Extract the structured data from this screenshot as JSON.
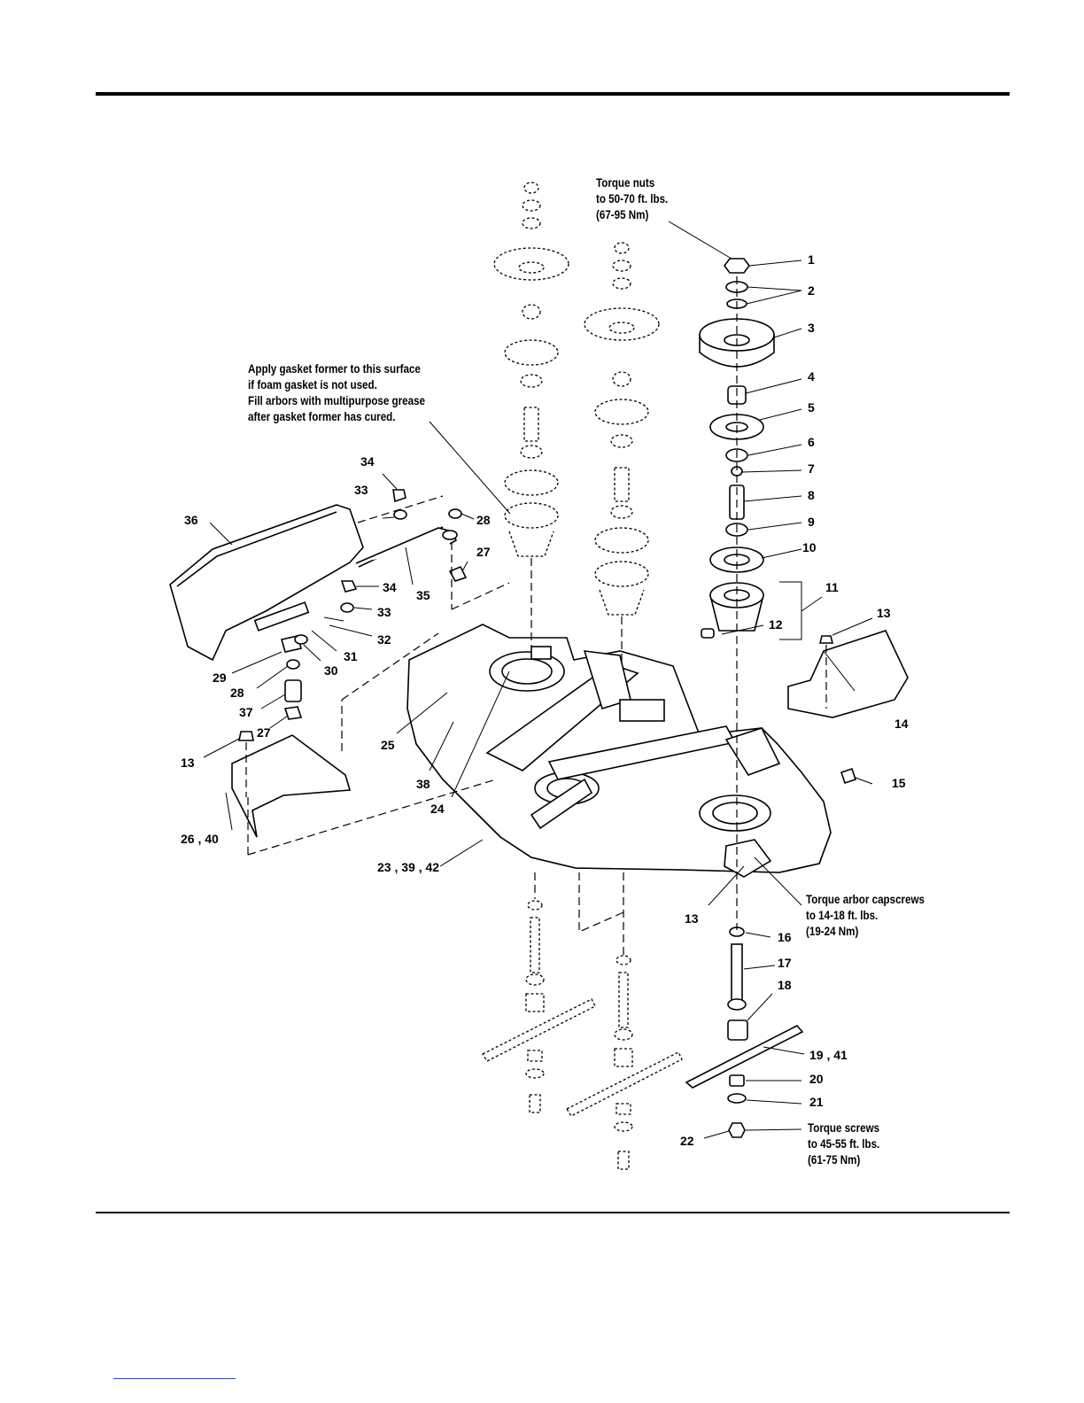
{
  "notes": {
    "torque_nuts": "Torque nuts\nto 50-70 ft. lbs.\n(67-95 Nm)",
    "gasket": "Apply gasket former to this surface\nif foam gasket is not used.\nFill arbors with multipurpose grease\nafter gasket former has cured.",
    "arbor_capscrews": "Torque arbor capscrews\nto 14-18 ft. lbs.\n(19-24 Nm)",
    "torque_screws": "Torque screws\nto 45-55 ft. lbs.\n(61-75 Nm)"
  },
  "callouts": [
    {
      "id": "c1",
      "text": "1"
    },
    {
      "id": "c2",
      "text": "2"
    },
    {
      "id": "c3",
      "text": "3"
    },
    {
      "id": "c4",
      "text": "4"
    },
    {
      "id": "c5",
      "text": "5"
    },
    {
      "id": "c6",
      "text": "6"
    },
    {
      "id": "c7",
      "text": "7"
    },
    {
      "id": "c8",
      "text": "8"
    },
    {
      "id": "c9",
      "text": "9"
    },
    {
      "id": "c10",
      "text": "10"
    },
    {
      "id": "c11",
      "text": "11"
    },
    {
      "id": "c12",
      "text": "12"
    },
    {
      "id": "c13a",
      "text": "13"
    },
    {
      "id": "c14",
      "text": "14"
    },
    {
      "id": "c15",
      "text": "15"
    },
    {
      "id": "c13b",
      "text": "13"
    },
    {
      "id": "c16",
      "text": "16"
    },
    {
      "id": "c17",
      "text": "17"
    },
    {
      "id": "c18",
      "text": "18"
    },
    {
      "id": "c19",
      "text": "19 , 41"
    },
    {
      "id": "c20",
      "text": "20"
    },
    {
      "id": "c21",
      "text": "21"
    },
    {
      "id": "c22",
      "text": "22"
    },
    {
      "id": "c23",
      "text": "23 , 39 , 42"
    },
    {
      "id": "c24",
      "text": "24"
    },
    {
      "id": "c25",
      "text": "25"
    },
    {
      "id": "c38",
      "text": "38"
    },
    {
      "id": "c26",
      "text": "26 , 40"
    },
    {
      "id": "c13c",
      "text": "13"
    },
    {
      "id": "c27a",
      "text": "27"
    },
    {
      "id": "c37",
      "text": "37"
    },
    {
      "id": "c28a",
      "text": "28"
    },
    {
      "id": "c29",
      "text": "29"
    },
    {
      "id": "c30",
      "text": "30"
    },
    {
      "id": "c31",
      "text": "31"
    },
    {
      "id": "c32",
      "text": "32"
    },
    {
      "id": "c33a",
      "text": "33"
    },
    {
      "id": "c34a",
      "text": "34"
    },
    {
      "id": "c35",
      "text": "35"
    },
    {
      "id": "c27b",
      "text": "27"
    },
    {
      "id": "c28b",
      "text": "28"
    },
    {
      "id": "c36",
      "text": "36"
    },
    {
      "id": "c33b",
      "text": "33"
    },
    {
      "id": "c34b",
      "text": "34"
    }
  ]
}
